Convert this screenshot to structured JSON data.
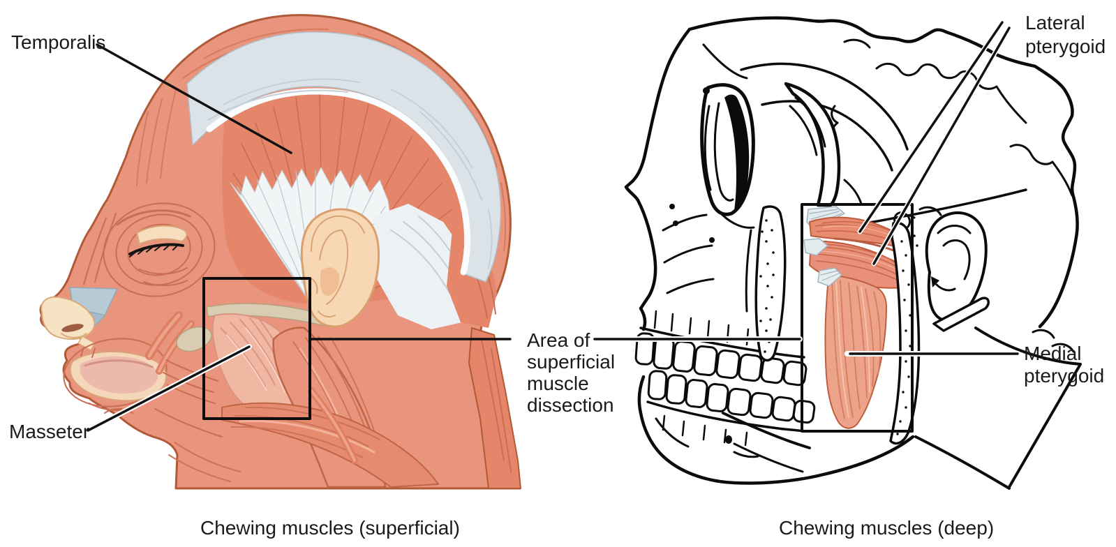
{
  "labels": {
    "temporalis": "Temporalis",
    "masseter": "Masseter",
    "area_of_dissection": {
      "lines": [
        "Area of",
        "superficial",
        "muscle",
        "dissection"
      ]
    },
    "lateral_pterygoid": {
      "lines": [
        "Lateral",
        "pterygoid"
      ]
    },
    "medial_pterygoid": {
      "lines": [
        "Medial",
        "pterygoid"
      ]
    }
  },
  "captions": {
    "superficial": "Chewing muscles (superficial)",
    "deep": "Chewing muscles (deep)"
  },
  "colors": {
    "background": "#ffffff",
    "text": "#1a1a1a",
    "line": "#0b0b0b",
    "muscle": "#E9947C",
    "muscle-mid": "#E5866A",
    "muscle-dark": "#C96E52",
    "muscle-outline": "#B05A38",
    "muscle-light": "#F4B29B",
    "dissected": "#F0B7A3",
    "dissected-line": "#DA9480",
    "aponeurosis": "#DBE3E8",
    "aponeurosis-line": "#C3D0D7",
    "tendon-white": "#F1F5F6",
    "tendon-line": "#B9C8D0",
    "skin": "#F8D8B4",
    "skin-outline": "#DA9F6E",
    "cartilage-blue": "#A3BCCB",
    "bone-beige": "#D9CCB2",
    "pteryg": "#E8907A",
    "pteryg-medial": "#EDA28A"
  }
}
